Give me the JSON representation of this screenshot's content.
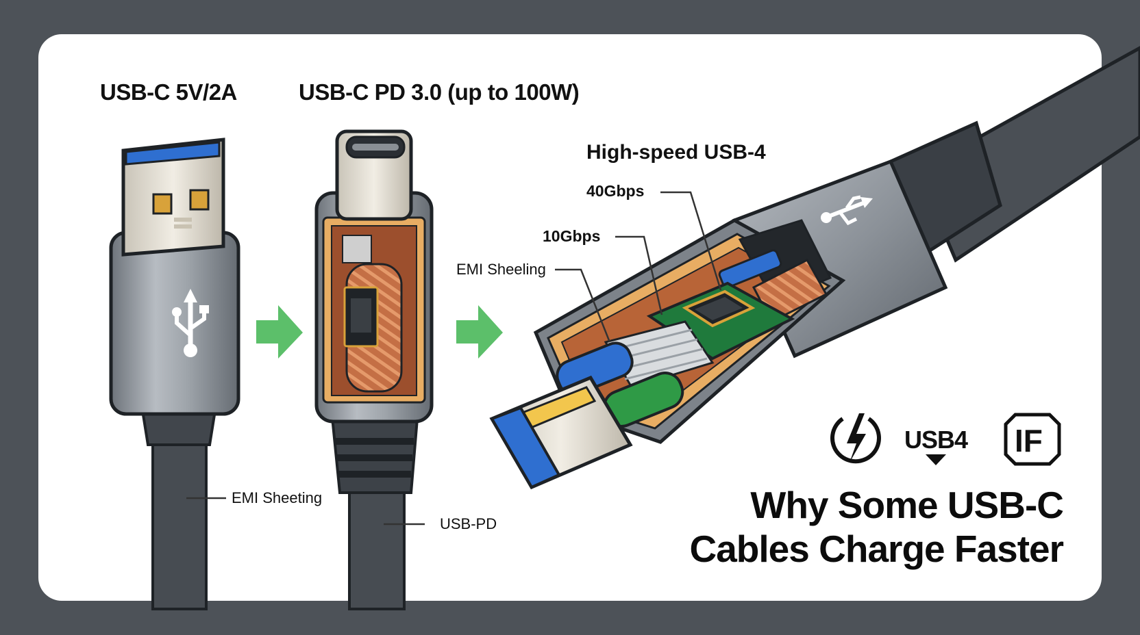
{
  "labels": {
    "left_connector": "USB-C 5V/2A",
    "middle_connector": "USB-C PD 3.0 (up to 100W)",
    "right_connector": "High-speed USB-4",
    "speed_40": "40Gbps",
    "speed_10": "10Gbps",
    "emi_right": "EMI Sheeling",
    "emi_left": "EMI Sheeting",
    "usb_pd": "USB-PD"
  },
  "logos": {
    "usb4": "USB4",
    "if_logo": "IF"
  },
  "title": {
    "line1": "Why Some USB-C",
    "line2": "Cables Charge Faster"
  },
  "icons": [
    "usb-trident-icon",
    "arrow-right-icon",
    "lightning-icon",
    "usb4-logo-icon",
    "usb-if-logo-icon"
  ],
  "colors": {
    "background": "#4d5258",
    "card": "#ffffff",
    "arrow": "#5cbf6a",
    "copper": "#c8744a",
    "connector_blue": "#2f6fd0",
    "pcb_green": "#1f7a3c",
    "housing_gray": "#8f959c"
  }
}
